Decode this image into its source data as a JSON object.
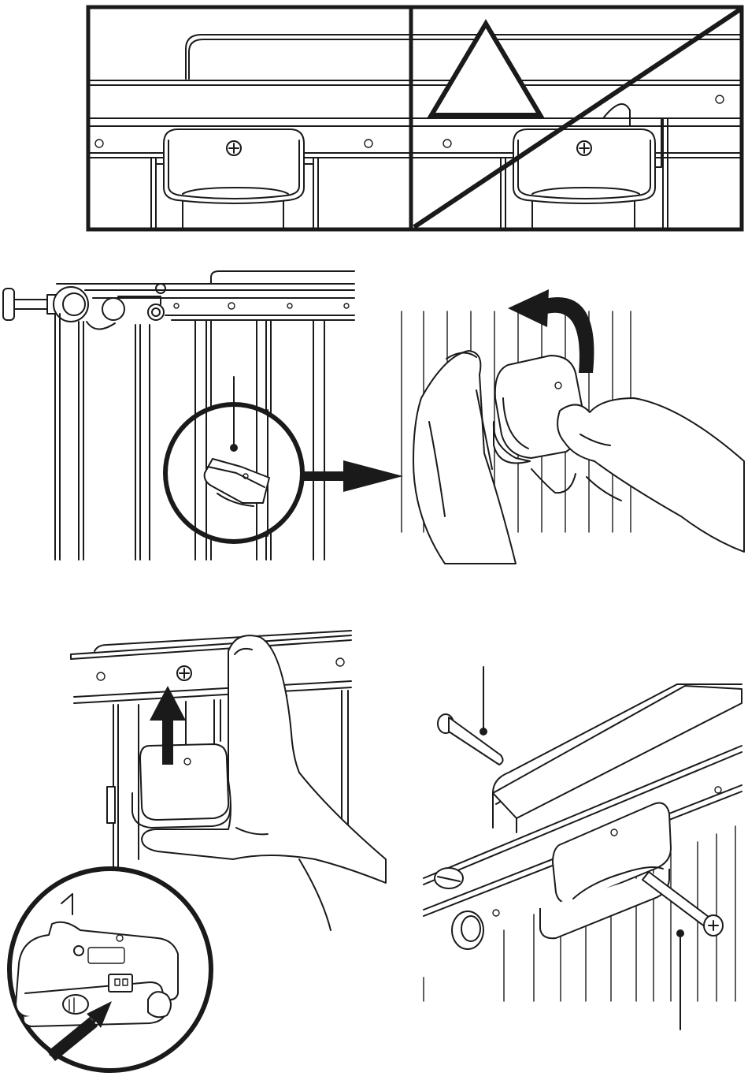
{
  "figure": {
    "steps": [
      {
        "id": "step-1",
        "description_icons": [
          "correct-mounting",
          "incorrect-mounting",
          "warning-triangle-icon"
        ]
      },
      {
        "id": "step-2",
        "description_icons": [
          "detail-magnifier",
          "arrow-right-icon",
          "rotate-arrow-icon"
        ]
      },
      {
        "id": "step-3",
        "description_icons": [
          "arrow-up-icon",
          "push-arrow-icon"
        ]
      },
      {
        "id": "step-4",
        "description_icons": [
          "pin",
          "screw"
        ]
      }
    ],
    "colors": {
      "line": "#1a1a1a",
      "background": "#ffffff"
    }
  }
}
